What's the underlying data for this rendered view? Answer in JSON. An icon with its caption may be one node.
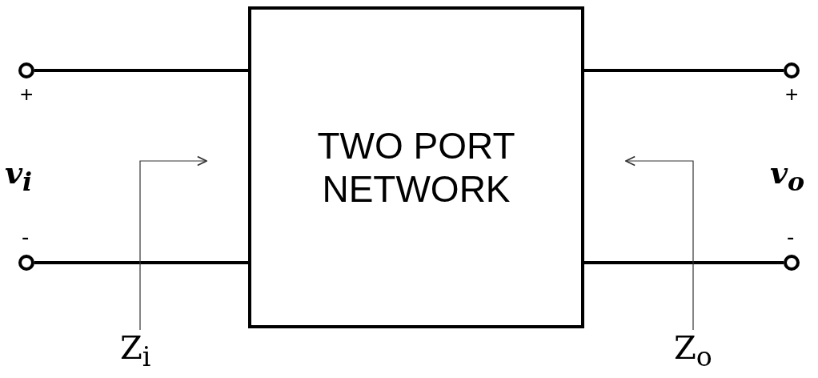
{
  "diagram": {
    "nodes": [
      {
        "text": [
          "TWO PORT NETWORK"
        ]
      },
      {
        "text": [],
        "shape": "circle"
      },
      {
        "text": [],
        "shape": "circle"
      },
      {
        "text": [],
        "shape": "circle"
      },
      {
        "text": [],
        "shape": "circle"
      },
      {
        "text": [
          "Z$_{i}$"
        ]
      },
      {
        "text": [
          "Z$_{o}$"
        ]
      }
    ],
    "edges": [
      {
        "from": 1,
        "to": 0,
        "arrow": "none"
      },
      {
        "from": 2,
        "to": 0,
        "arrow": "none"
      },
      {
        "from": 0,
        "to": 3,
        "arrow": "none"
      },
      {
        "from": 0,
        "to": 4,
        "arrow": "none"
      },
      {
        "from": 5,
        "to": null,
        "arrow": "to"
      },
      {
        "from": 6,
        "to": null,
        "arrow": "to"
      }
    ],
    "labels": [
      "+",
      "v$_{i}$",
      "-",
      "+",
      "v$_{o}$",
      "-"
    ]
  }
}
